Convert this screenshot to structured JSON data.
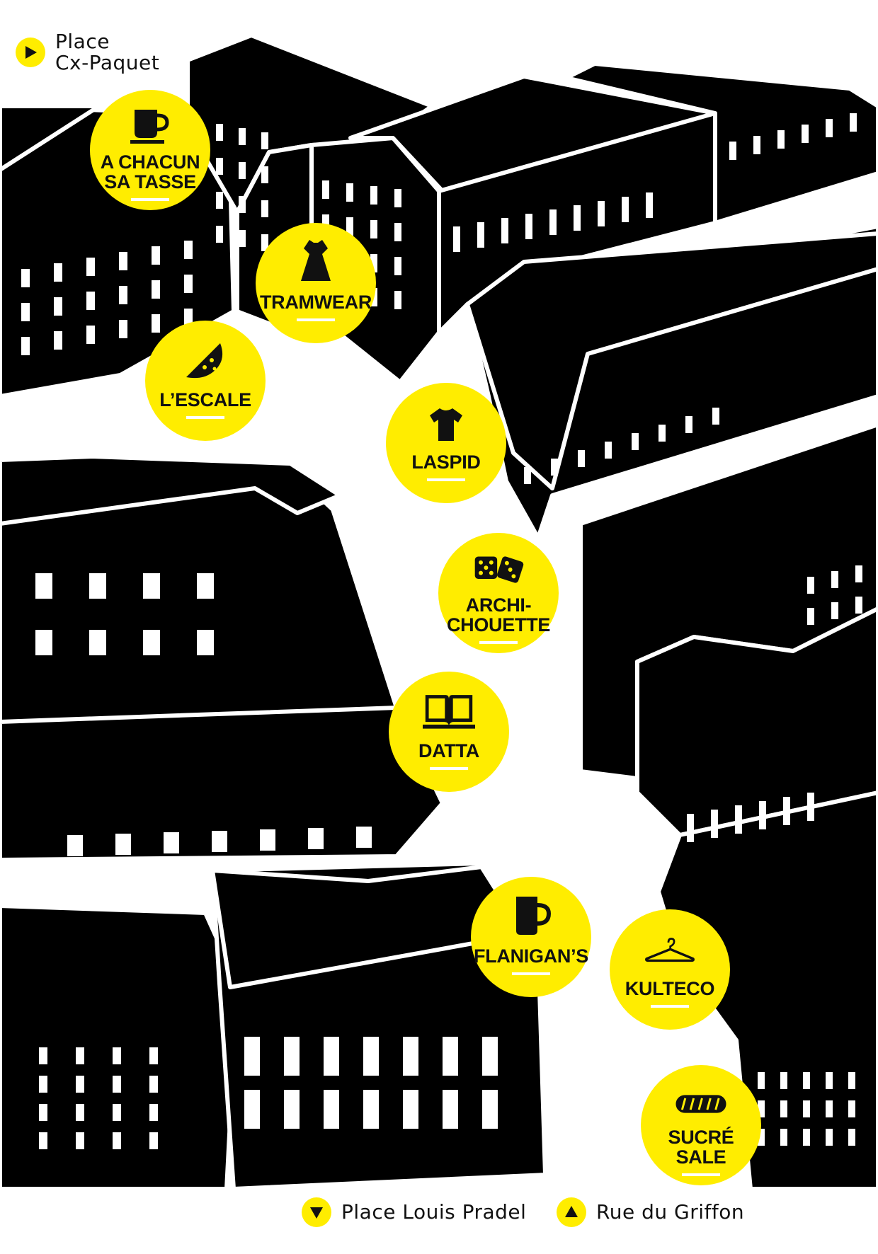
{
  "header": {
    "start_place_line1": "Place",
    "start_place_line2": "Cx-Paquet",
    "start_icon": "play-right-icon"
  },
  "footer": {
    "dest_left": "Place Louis Pradel",
    "dest_left_icon": "triangle-down-icon",
    "dest_right": "Rue du Griffon",
    "dest_right_icon": "triangle-up-icon"
  },
  "colors": {
    "accent": "#ffed00",
    "ink": "#000000",
    "street": "#ffffff"
  },
  "shops": [
    {
      "id": "a-chacun-sa-tasse",
      "lines": [
        "A CHACUN",
        "SA TASSE"
      ],
      "icon": "coffee-cup-icon"
    },
    {
      "id": "tramwear",
      "lines": [
        "TRAMWEAR"
      ],
      "icon": "dress-icon"
    },
    {
      "id": "lescale",
      "lines": [
        "L’ESCALE"
      ],
      "icon": "pizza-slice-icon"
    },
    {
      "id": "laspid",
      "lines": [
        "LASPID"
      ],
      "icon": "tshirt-icon"
    },
    {
      "id": "archi-chouette",
      "lines": [
        "ARCHI-",
        "CHOUETTE"
      ],
      "icon": "dice-icon"
    },
    {
      "id": "datta",
      "lines": [
        "DATTA"
      ],
      "icon": "open-book-icon"
    },
    {
      "id": "flanigans",
      "lines": [
        "FLANIGAN’S"
      ],
      "icon": "beer-mug-icon"
    },
    {
      "id": "kulteco",
      "lines": [
        "KULTECO"
      ],
      "icon": "clothes-hanger-icon"
    },
    {
      "id": "sucre-sale",
      "lines": [
        "SUCRÉ",
        "SALE"
      ],
      "icon": "sandwich-icon"
    }
  ]
}
